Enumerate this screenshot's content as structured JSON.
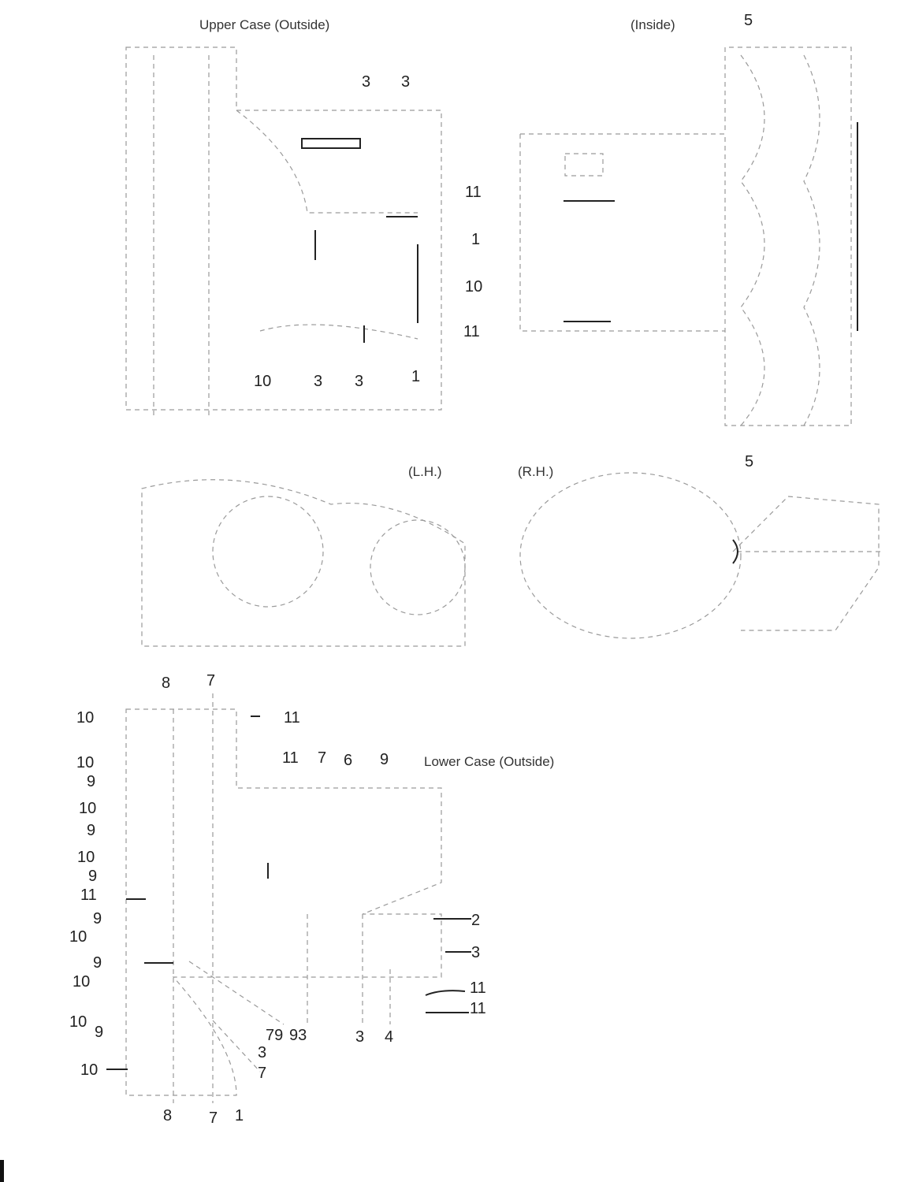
{
  "captions": [
    {
      "id": "upper-case-outside",
      "text": "Upper Case (Outside)"
    },
    {
      "id": "upper-case-inside",
      "text": "(Inside)"
    },
    {
      "id": "left-hand",
      "text": "(L.H.)"
    },
    {
      "id": "right-hand",
      "text": "(R.H.)"
    },
    {
      "id": "lower-case-outside",
      "text": "Lower Case (Outside)"
    }
  ],
  "part_callouts": [
    "5",
    "3",
    "3",
    "11",
    "1",
    "10",
    "11",
    "10",
    "3",
    "3",
    "1",
    "5",
    "8",
    "7",
    "10",
    "11",
    "10",
    "9",
    "11",
    "7",
    "6",
    "9",
    "10",
    "9",
    "10",
    "9",
    "11",
    "10",
    "9",
    "10",
    "9",
    "10",
    "9",
    "10",
    "8",
    "7",
    "1",
    "2",
    "3",
    "11",
    "11",
    "79",
    "93",
    "3",
    "4",
    "3",
    "7"
  ]
}
